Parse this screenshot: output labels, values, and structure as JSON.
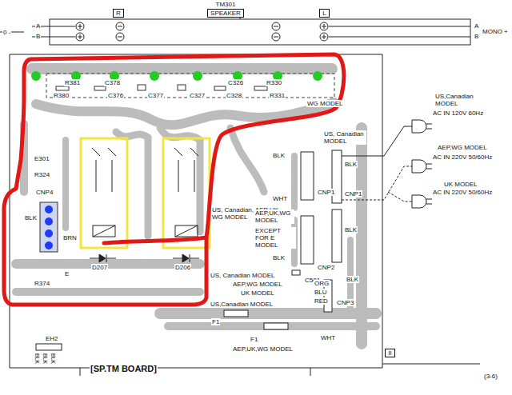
{
  "diagram": {
    "nodes": [
      {
        "text": [
          "TM301",
          "SPEAKER"
        ]
      },
      {
        "text": [
          "R"
        ]
      },
      {
        "text": [
          "L"
        ]
      },
      {
        "text": [
          "II"
        ]
      }
    ],
    "labels": [
      "0 -",
      "A",
      "B",
      "A",
      "B",
      "MONO +",
      "R381",
      "R380",
      "C378",
      "C376",
      "C377",
      "C327",
      "C326",
      "C328",
      "R330",
      "R331",
      "WG MODEL",
      "E301",
      "R324",
      "CNP4",
      "BLK",
      "BRN",
      "E",
      "R374",
      "D207",
      "D206",
      "US,Canadian MODEL",
      "AC IN 120V 60Hz",
      "AEP,WG MODEL",
      "AC IN 220V 50/60Hz",
      "UK MODEL",
      "AC IN 220V 50/60Hz",
      "BLK",
      "US, Canadian MODEL",
      "CNP1",
      "WHT",
      "CNP1",
      "BLK",
      "BLK",
      "US, Canadian, AEP UK, WG MODEL",
      "AEP,UK,WG MODEL",
      "EXCEPT FOR E MODEL",
      "BLK",
      "CNP2",
      "C501",
      "BLK",
      "US, Canadian MODEL",
      "AEP,WG MODEL",
      "UK MODEL",
      "ORG",
      "BLU",
      "RED",
      "CNP3",
      "US,Canadian MODEL",
      "F1",
      "F1",
      "AEP,UK,WG MODEL",
      "WHT",
      "EH2",
      "BLK",
      "BLK",
      "BLK",
      "[SP.TM BOARD]",
      "(3-6)"
    ]
  }
}
